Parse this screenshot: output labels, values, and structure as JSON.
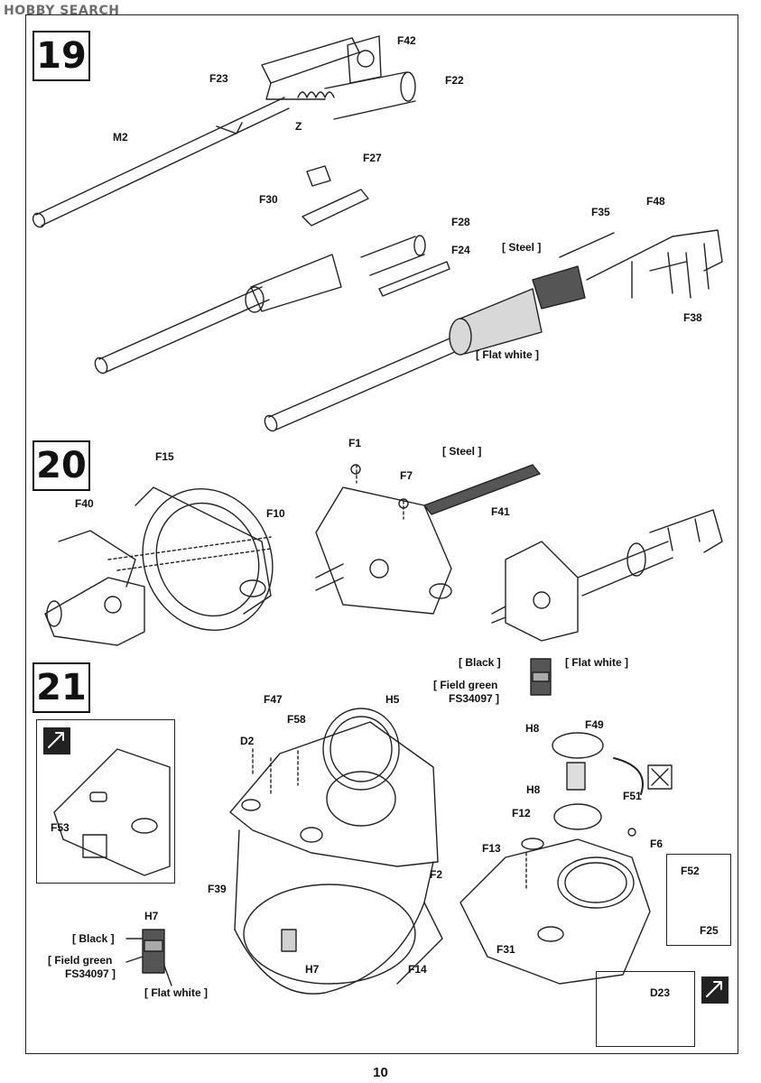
{
  "watermark": "HOBBY SEARCH",
  "page_number": "10",
  "steps": [
    "19",
    "20",
    "21"
  ],
  "step19": {
    "labels": {
      "F42": "F42",
      "F23": "F23",
      "F22": "F22",
      "Z": "Z",
      "M2": "M2",
      "F27": "F27",
      "F30": "F30",
      "F28": "F28",
      "F24": "F24",
      "F35": "F35",
      "F48": "F48",
      "F38": "F38"
    },
    "paint": {
      "steel": "[ Steel ]",
      "flat_white": "[ Flat white ]"
    }
  },
  "step20": {
    "labels": {
      "F15": "F15",
      "F40": "F40",
      "F10": "F10",
      "F1": "F1",
      "F7": "F7",
      "F41": "F41"
    },
    "paint": {
      "steel": "[ Steel ]"
    }
  },
  "step21": {
    "labels": {
      "F47": "F47",
      "H5": "H5",
      "F58": "F58",
      "D2": "D2",
      "F53": "F53",
      "F39": "F39",
      "F2": "F2",
      "H7_top": "H7",
      "H7": "H7",
      "F14": "F14",
      "H8_top": "H8",
      "F49": "F49",
      "H8": "H8",
      "F51": "F51",
      "F12": "F12",
      "F13": "F13",
      "F6": "F6",
      "F52": "F52",
      "F25": "F25",
      "F31": "F31",
      "D23": "D23"
    },
    "paint_h8": {
      "black": "[ Black ]",
      "flat_white": "[ Flat white ]",
      "field_green": "[ Field green",
      "fs": "FS34097 ]"
    },
    "paint_h7": {
      "black": "[ Black ]",
      "field_green": "[ Field green",
      "fs": "FS34097 ]",
      "flat_white": "[ Flat white ]"
    }
  }
}
